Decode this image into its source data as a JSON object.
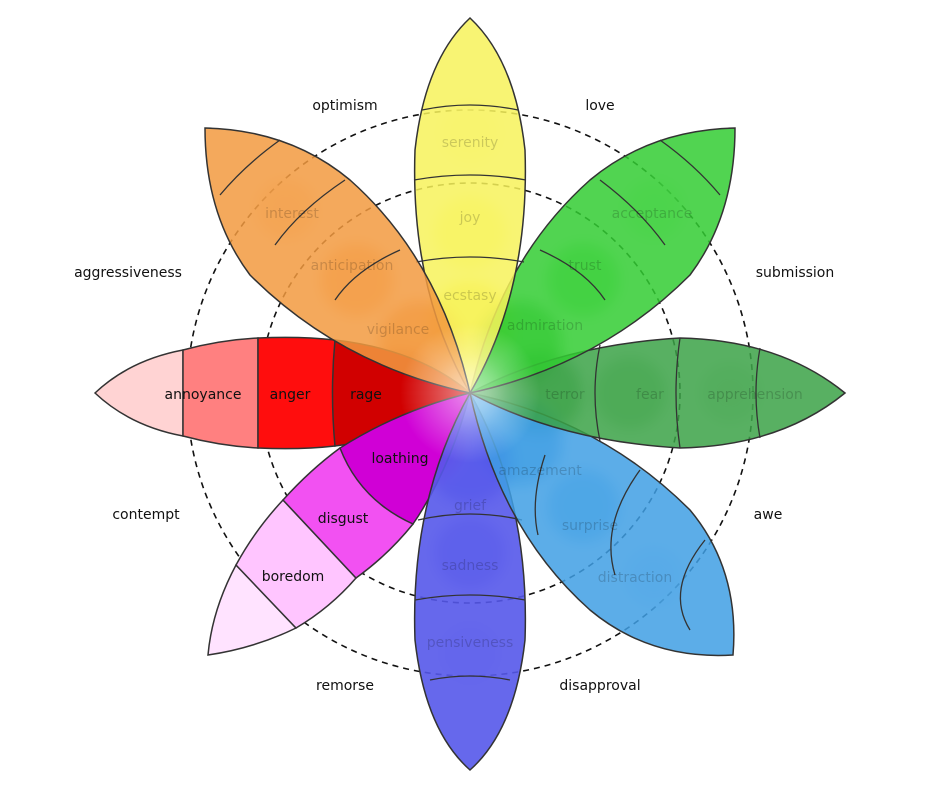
{
  "diagram": {
    "dyad_labels": {
      "optimism": "optimism",
      "love": "love",
      "submission": "submission",
      "awe": "awe",
      "disapproval": "disapproval",
      "remorse": "remorse",
      "contempt": "contempt",
      "aggressiveness": "aggressiveness"
    },
    "petals": {
      "joy": {
        "mild": "serenity",
        "basic": "joy",
        "intense": "ecstasy",
        "colors": [
          "#fbf8cc",
          "#fbf66a",
          "#f2ef00"
        ]
      },
      "trust": {
        "mild": "acceptance",
        "basic": "trust",
        "intense": "admiration",
        "colors": [
          "#c5f5c0",
          "#5fe55a",
          "#1aa81a"
        ]
      },
      "fear": {
        "mild": "apprehension",
        "basic": "fear",
        "intense": "terror",
        "colors": [
          "#c6dcc5",
          "#7fbf7a",
          "#0d8a1e"
        ]
      },
      "surprise": {
        "mild": "distraction",
        "basic": "surprise",
        "intense": "amazement",
        "colors": [
          "#cfe6f6",
          "#5ab0e8",
          "#0c82d8"
        ]
      },
      "sadness": {
        "mild": "pensiveness",
        "basic": "sadness",
        "intense": "grief",
        "colors": [
          "#cfd0f2",
          "#6f72e8",
          "#2226e6"
        ]
      },
      "disgust": {
        "mild": "boredom",
        "basic": "disgust",
        "intense": "loathing",
        "colors": [
          "#ffd6ff",
          "#f25cf5",
          "#d000d9"
        ]
      },
      "anger": {
        "mild": "annoyance",
        "basic": "anger",
        "intense": "rage",
        "colors": [
          "#ff8c8c",
          "#ff1f1f",
          "#d90000"
        ]
      },
      "anticipation": {
        "mild": "interest",
        "basic": "anticipation",
        "intense": "vigilance",
        "colors": [
          "#f6cfa8",
          "#f8a151",
          "#ef7f0c"
        ]
      }
    }
  }
}
